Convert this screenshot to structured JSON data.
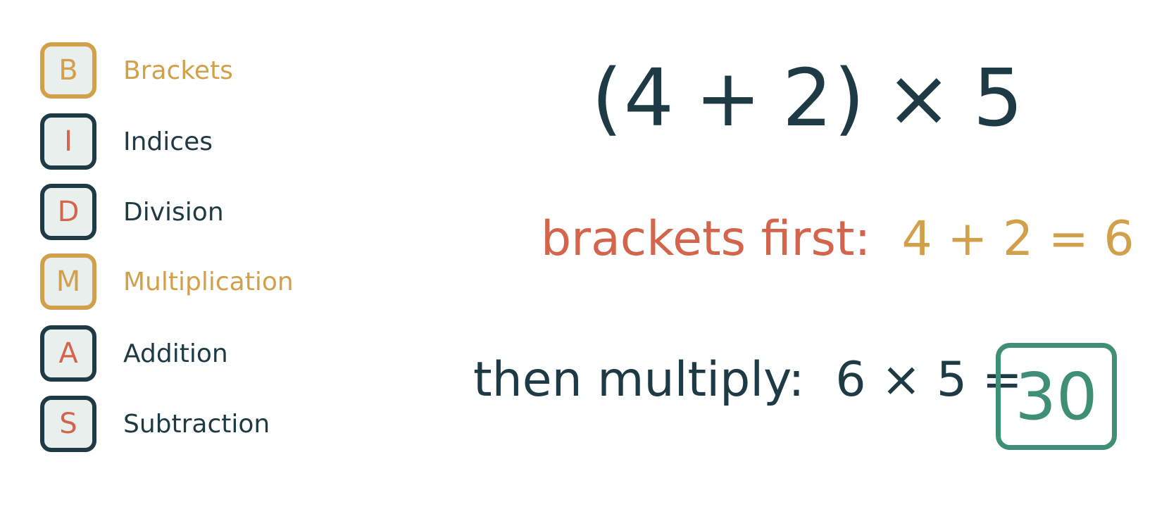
{
  "colors": {
    "dark": "#1e3a45",
    "highlight": "#d2a04b",
    "accent_red": "#d4654d",
    "result_green": "#3f8f77",
    "box_fill": "#e9efec"
  },
  "bidmas": [
    {
      "letter": "B",
      "word": "Brackets",
      "highlighted": true
    },
    {
      "letter": "I",
      "word": "Indices",
      "highlighted": false
    },
    {
      "letter": "D",
      "word": "Division",
      "highlighted": false
    },
    {
      "letter": "M",
      "word": "Multiplication",
      "highlighted": true
    },
    {
      "letter": "A",
      "word": "Addition",
      "highlighted": false
    },
    {
      "letter": "S",
      "word": "Subtraction",
      "highlighted": false
    }
  ],
  "expression": {
    "open_bracket": "(",
    "a": "4",
    "plus": "+",
    "b": "2",
    "close_bracket": ")",
    "times": "×",
    "c": "5"
  },
  "step1": {
    "label": "brackets first:",
    "equation": "4 + 2 = 6"
  },
  "step2": {
    "label": "then multiply:",
    "equation": "6 × 5 =",
    "result": "30"
  }
}
